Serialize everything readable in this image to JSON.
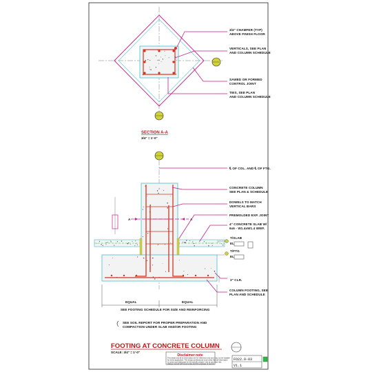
{
  "plan": {
    "notes": {
      "chamfer": [
        "3/4\" CHAMFER (TYP)",
        "ABOVE FINISH FLOOR"
      ],
      "verticals": [
        "VERTICALS, SEE PLAN",
        "AND COLUMN SCHEDULE"
      ],
      "control_joint": [
        "SAWED OR FORMED",
        "CONTROL JOINT"
      ],
      "ties": [
        "TIES, SEE PLAN",
        "AND COLUMN SCHEDULE"
      ]
    },
    "bubble_label": "C"
  },
  "section": {
    "title": "SECTION A-A",
    "scale": "3/4\" = 1'-0\"",
    "cut_label": "A",
    "notes": {
      "centerline": "℄ OF COL. AND ℄ OF FTG.",
      "column": [
        "CONCRETE COLUMN",
        "SEE PLAN & SCHEDULE"
      ],
      "dowels": [
        "DOWELS TO MATCH",
        "VERTICAL BARS"
      ],
      "exp_joint": "PREMOLDED EXP. JOINT",
      "slab": [
        "4\" CONCRETE SLAB W/",
        "6x6 - W1.4xW1.4 WWF."
      ],
      "tos_label": "T/SLAB",
      "tos_el": "EL",
      "tof_label": "T/FTG",
      "tof_el": "EL",
      "clr": "3\" CLR.",
      "footing": [
        "COLUMN FOOTING, SEE",
        "PLAN AND SCHEDULE"
      ],
      "equal_left": "EQUAL",
      "equal_right": "EQUAL",
      "schedule": "SEE FOOTING SCHEDULE FOR SIZE AND REINFORCING",
      "soils": [
        "SEE SOIL REPORT FOR PROPER PREPARATION AND",
        "COMPACTION UNDER SLAB AND/OR FOOTING"
      ]
    }
  },
  "main_title": {
    "title": "FOOTING AT CONCRETE COLUMN",
    "scale": "SCALE: 3/4\" = 1'-0\""
  },
  "disclaimer": {
    "heading": "Disclaimer note",
    "body": [
      "This detail and all its information are for reference only and may not be suitable",
      "for every application. The design professional must verify that all information",
      "is correct and adequate for the specific project. Use at your own risk.",
      "Always consult with local codes and the engineer of record."
    ]
  },
  "sheet": {
    "number": "FO22.0-03",
    "version": "V1.1"
  },
  "colors": {
    "rebar": "#d6331f",
    "magenta": "#c21e8e",
    "cyan": "#57c6d6",
    "green": "#2fb84a",
    "yellow": "#cfd238",
    "title_red": "#c0161a"
  }
}
